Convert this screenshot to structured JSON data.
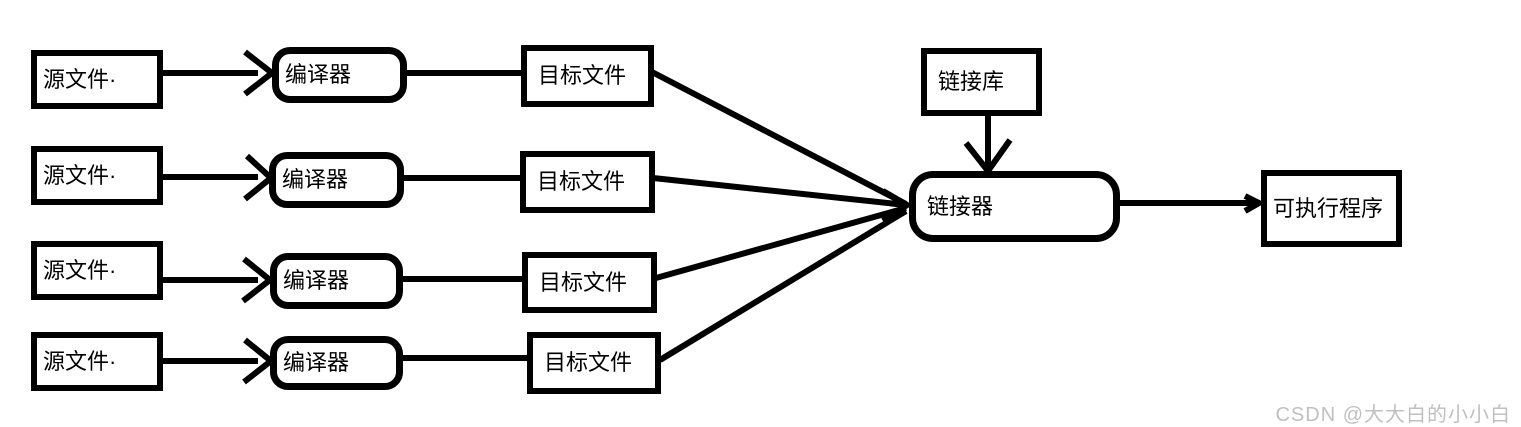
{
  "diagram": {
    "rows": [
      {
        "source": "源文件·",
        "compiler": "编译器",
        "object_file": "目标文件"
      },
      {
        "source": "源文件·",
        "compiler": "编译器",
        "object_file": "目标文件"
      },
      {
        "source": "源文件·",
        "compiler": "编译器",
        "object_file": "目标文件"
      },
      {
        "source": "源文件·",
        "compiler": "编译器",
        "object_file": "目标文件"
      }
    ],
    "library": {
      "label": "链接库"
    },
    "linker": {
      "label": "链接器"
    },
    "executable": {
      "label": "可执行程序"
    }
  },
  "watermark": {
    "text": "CSDN @大大白的小小白"
  },
  "colors": {
    "line": "#000000",
    "box_border": "#000000",
    "box_fill": "#ffffff",
    "text": "#000000",
    "watermark": "#c0c0c0",
    "background": "#ffffff"
  }
}
